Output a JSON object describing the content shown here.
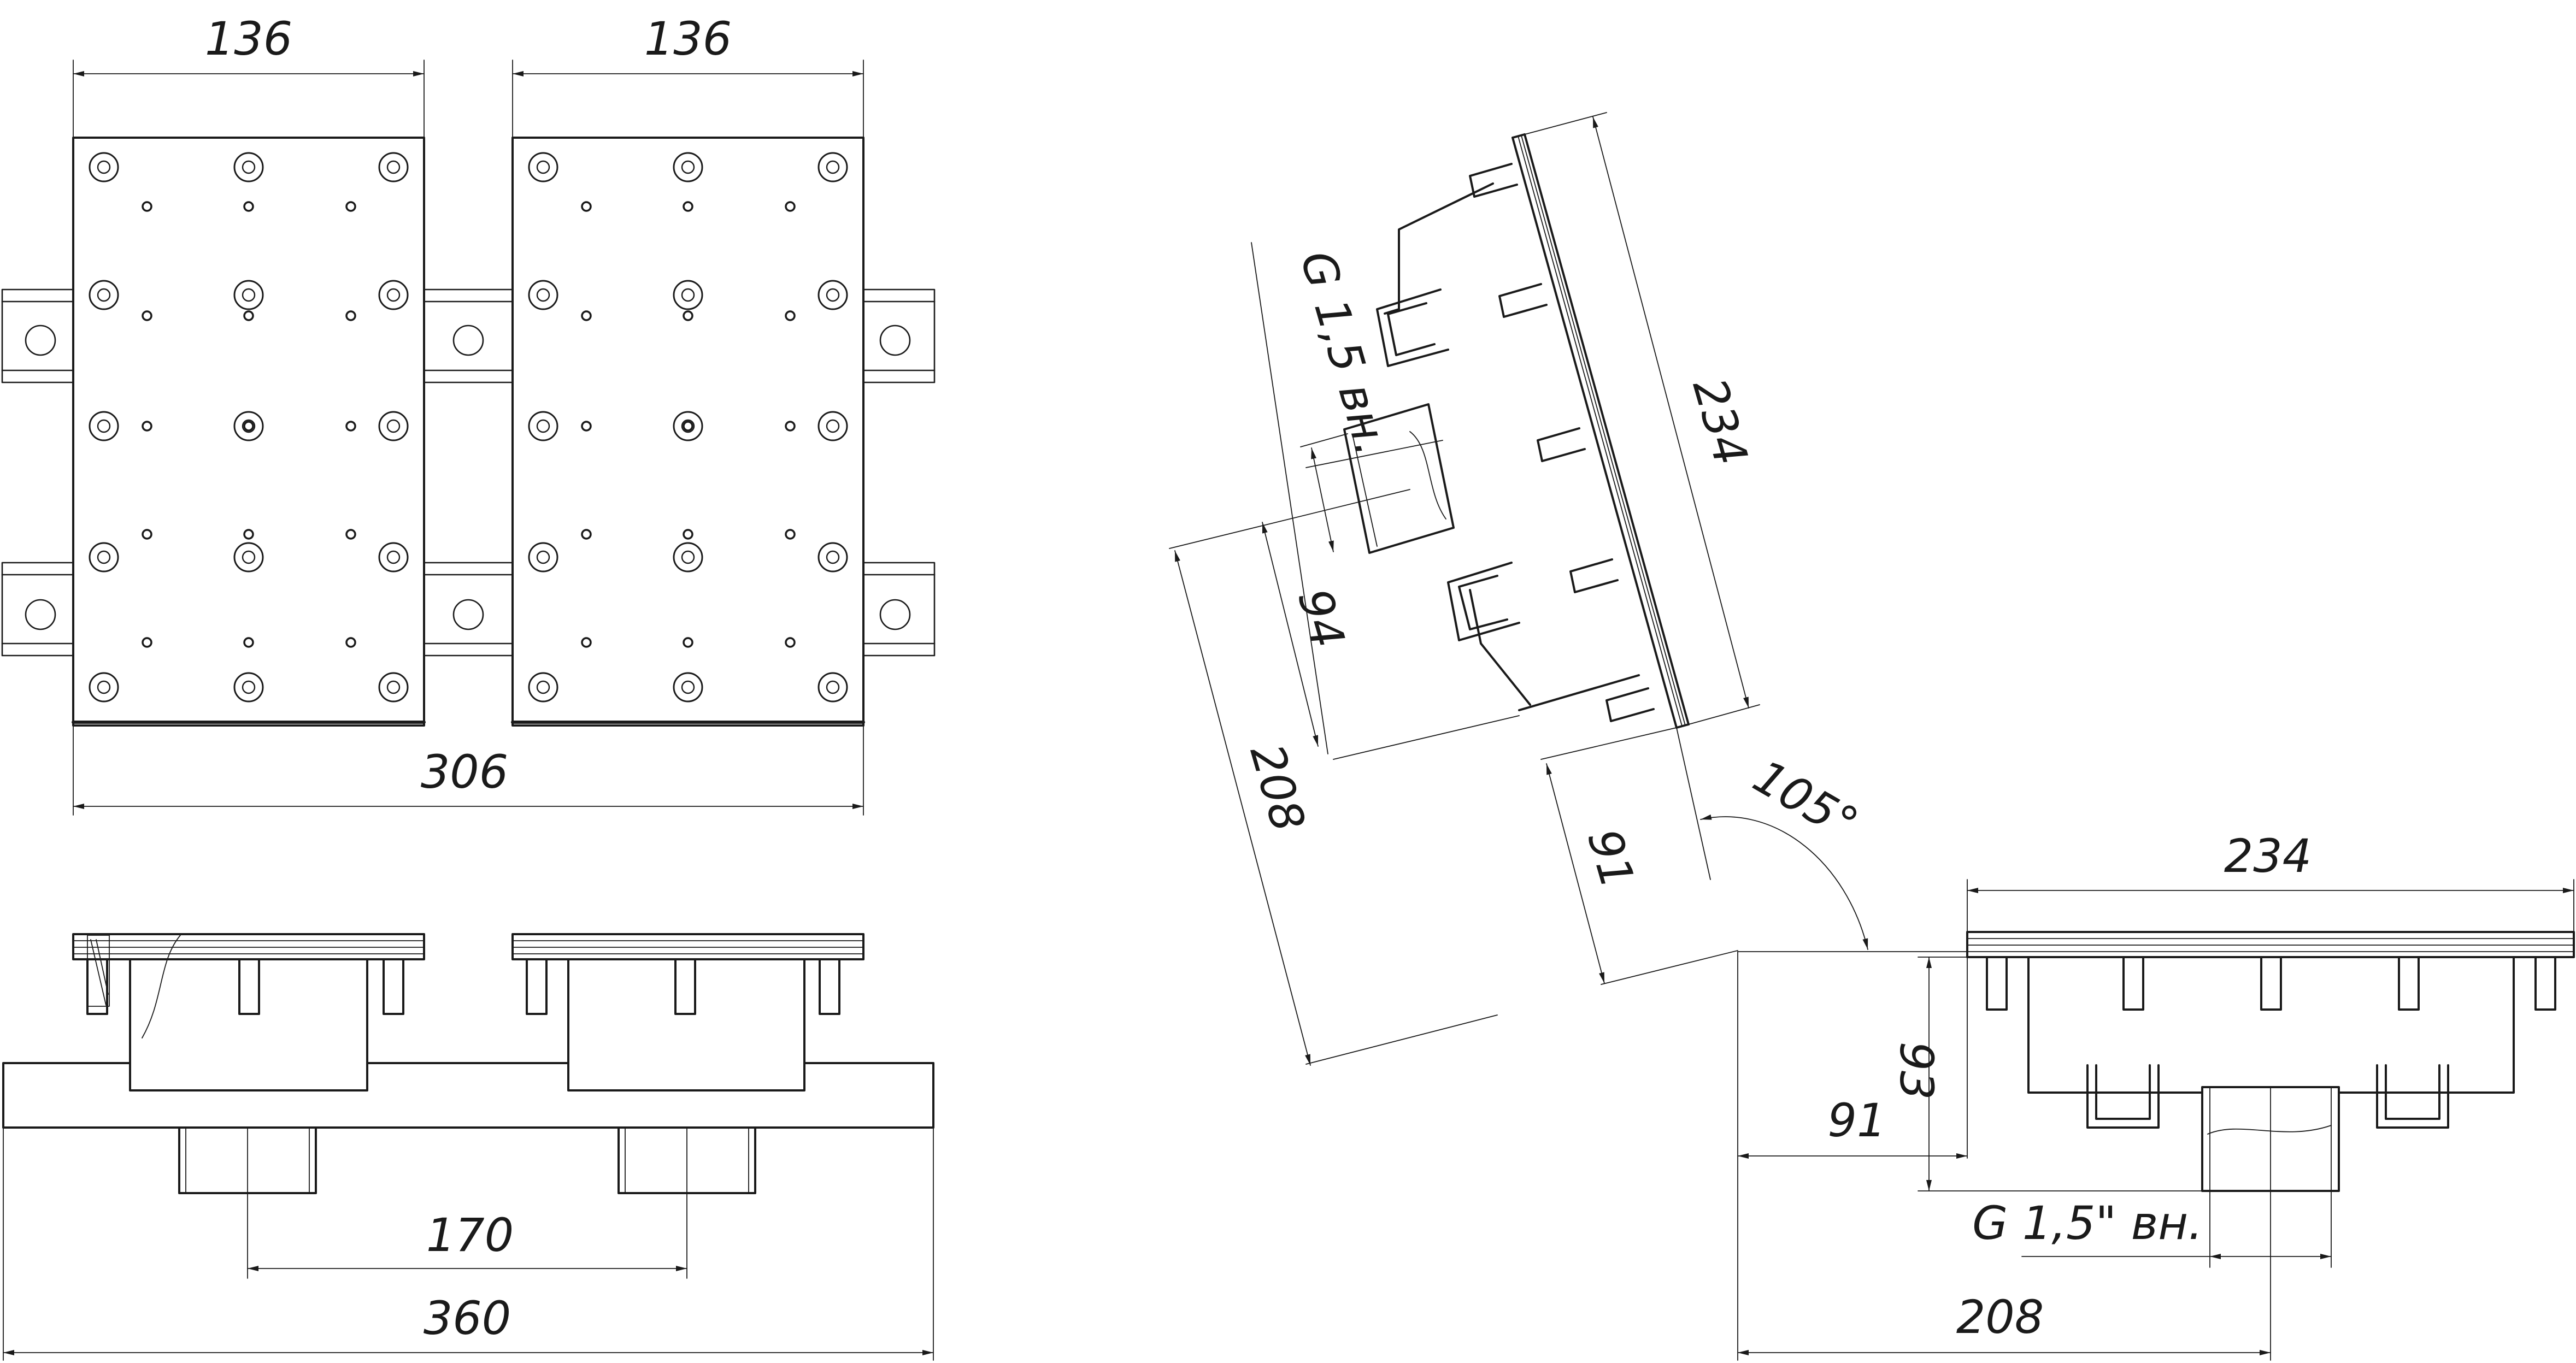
{
  "drawing": {
    "dimensions": {
      "top_view_left_width": "136",
      "top_view_right_width": "136",
      "top_view_total_width": "306",
      "front_view_outlet_spacing": "170",
      "front_view_total_length": "360",
      "angled_view_length": "234",
      "angled_view_thread": "G 1,5 вн.",
      "angled_view_pipe_offset": "94",
      "angled_view_depth": "208",
      "angled_view_height": "91",
      "angle": "105°",
      "straight_view_length": "234",
      "straight_view_height_91": "91",
      "straight_view_height_93": "93",
      "straight_view_thread": "G 1,5\" вн.",
      "straight_view_depth": "208"
    }
  }
}
